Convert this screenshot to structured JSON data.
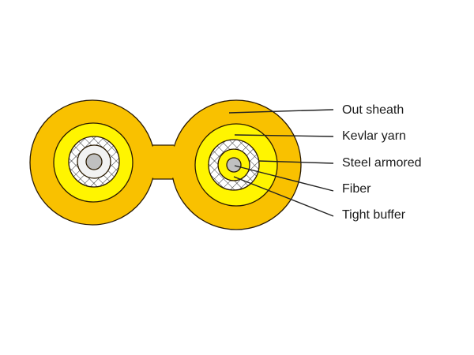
{
  "diagram": {
    "type": "cable-cross-section",
    "description": "Figure-8 duplex tight-buffered armored fiber cable cross-section",
    "colors": {
      "out_sheath": "#F9C100",
      "kevlar_yarn": "#FFF500",
      "steel_armored_bg": "#FFFFFF",
      "steel_armored_mesh": "#333333",
      "tight_buffer_left": "#F2F2F2",
      "tight_buffer_right": "#FFF500",
      "fiber": "#C0C0C0",
      "outline": "#2a1a00",
      "leader_line": "#222222"
    },
    "labels": [
      {
        "id": "out-sheath",
        "text": "Out sheath"
      },
      {
        "id": "kevlar-yarn",
        "text": "Kevlar yarn"
      },
      {
        "id": "steel-armored",
        "text": "Steel armored"
      },
      {
        "id": "fiber",
        "text": "Fiber"
      },
      {
        "id": "tight-buffer",
        "text": "Tight buffer"
      }
    ]
  }
}
